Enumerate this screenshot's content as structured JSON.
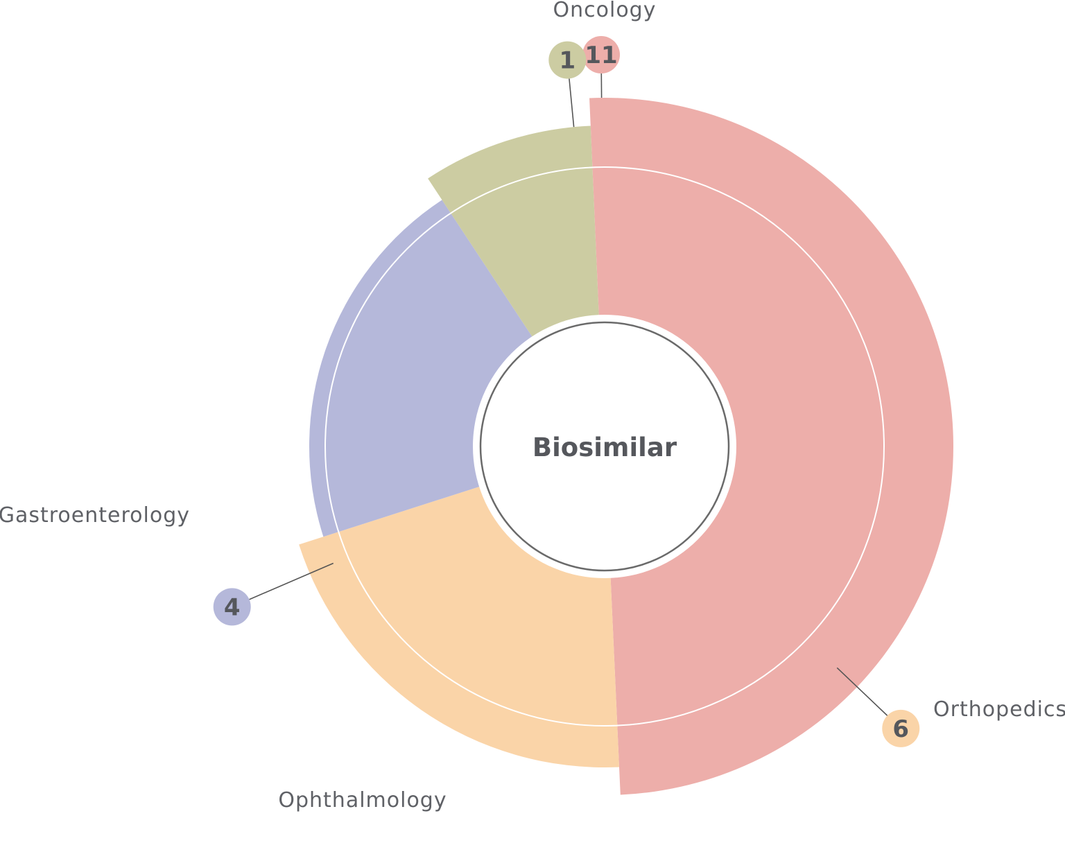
{
  "chart_data": {
    "type": "pie",
    "center_label": "Biosimilar",
    "slices": [
      {
        "label": "Oncology",
        "value": 11,
        "color": "#edaeaa"
      },
      {
        "label": "Orthopedics",
        "value": 6,
        "color": "#fad4a8"
      },
      {
        "label": "Ophthalmology",
        "value": 4,
        "color": "#b5b8da"
      },
      {
        "label": "Gastroenterology",
        "value": 1,
        "color": "#cccca2"
      }
    ]
  }
}
